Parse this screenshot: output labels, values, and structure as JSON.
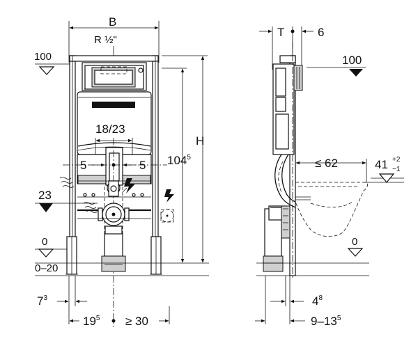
{
  "front_view": {
    "width_label": "B",
    "thread_label": "R ½\"",
    "level_100": "100",
    "spacing_label": "18/23",
    "offset_left": "5",
    "offset_right": "5",
    "height_104_base": "104",
    "height_104_exp": "5",
    "height_label": "H",
    "level_23": "23",
    "level_0": "0",
    "level_range": "0–20",
    "dim_7_base": "7",
    "dim_7_exp": "3",
    "dim_19_base": "19",
    "dim_19_exp": "5",
    "dim_min30": "≥ 30"
  },
  "side_view": {
    "dim_T": "T",
    "dim_6": "6",
    "level_100": "100",
    "dim_max62": "≤ 62",
    "dim_41_base": "41",
    "dim_41_plus": "+2",
    "dim_41_minus": "−1",
    "level_0": "0",
    "dim_4_base": "4",
    "dim_4_exp": "8",
    "dim_9_range": "9–13",
    "dim_9_exp": "5"
  }
}
